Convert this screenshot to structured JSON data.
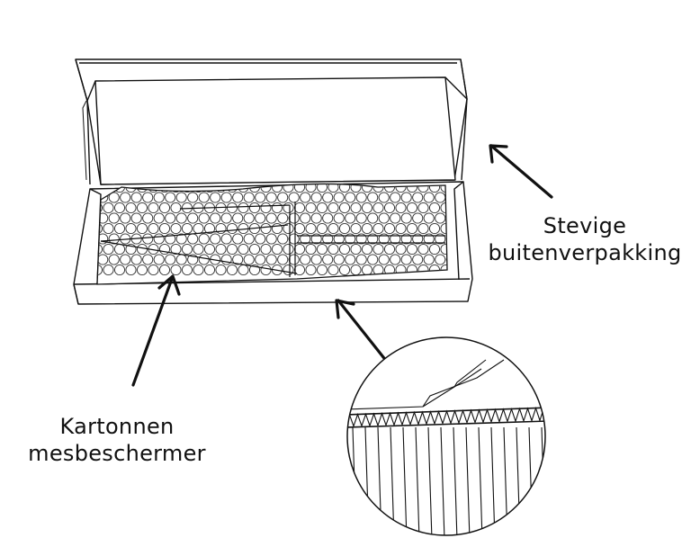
{
  "labels": {
    "outer_packaging": [
      "Stevige",
      "buitenverpakking"
    ],
    "knife_protector": [
      "Kartonnen",
      "mesbeschermer"
    ]
  },
  "colors": {
    "line": "#111111",
    "background": "#ffffff"
  }
}
